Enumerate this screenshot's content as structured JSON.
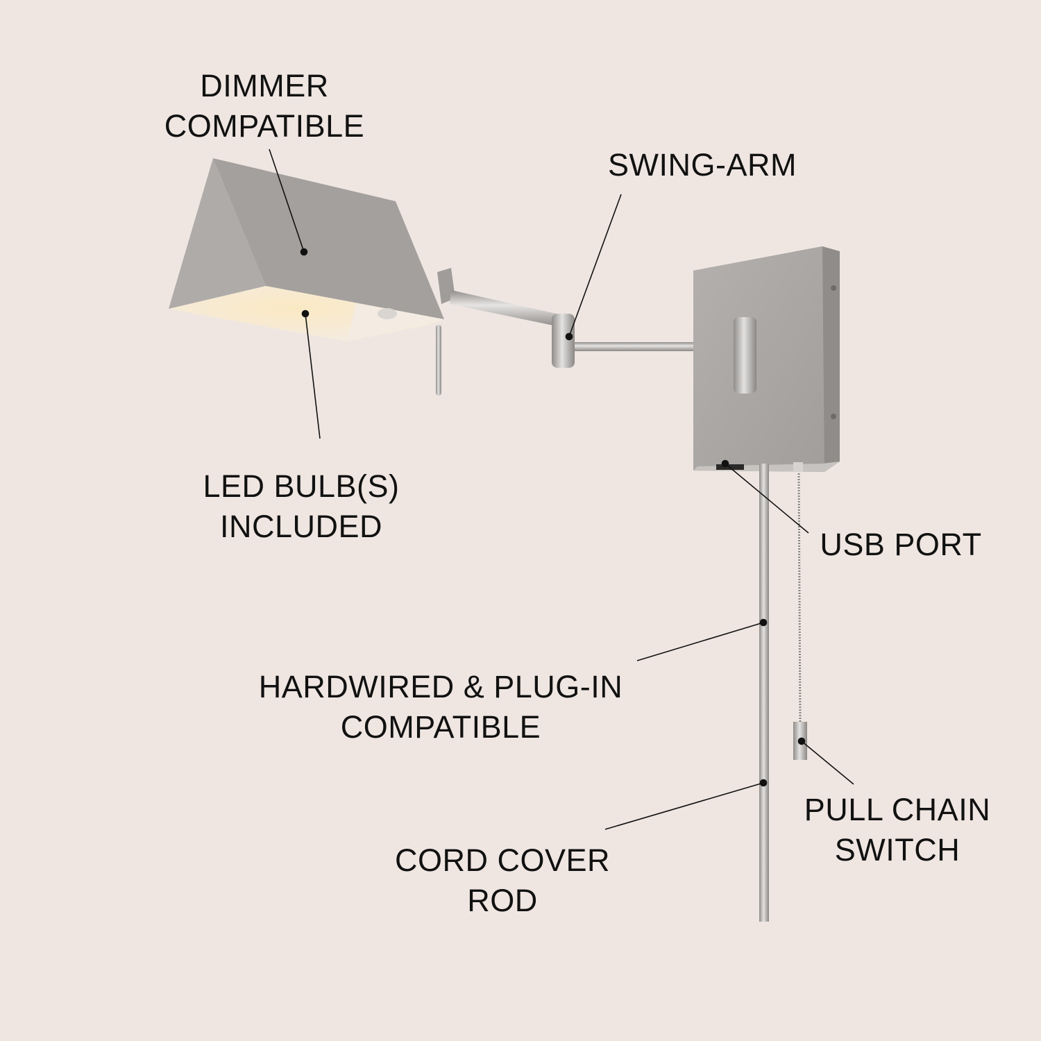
{
  "background_color": "#efe6e1",
  "metal_color": "#a9a6a3",
  "callouts": {
    "dimmer": {
      "line1": "DIMMER",
      "line2": "COMPATIBLE"
    },
    "swing_arm": {
      "line1": "SWING-ARM"
    },
    "led_bulb": {
      "line1": "LED BULB(S)",
      "line2": "INCLUDED"
    },
    "usb_port": {
      "line1": "USB PORT"
    },
    "hardwired": {
      "line1": "HARDWIRED & PLUG-IN",
      "line2": "COMPATIBLE"
    },
    "pull_chain": {
      "line1": "PULL CHAIN",
      "line2": "SWITCH"
    },
    "cord_cover": {
      "line1": "CORD COVER",
      "line2": "ROD"
    }
  }
}
